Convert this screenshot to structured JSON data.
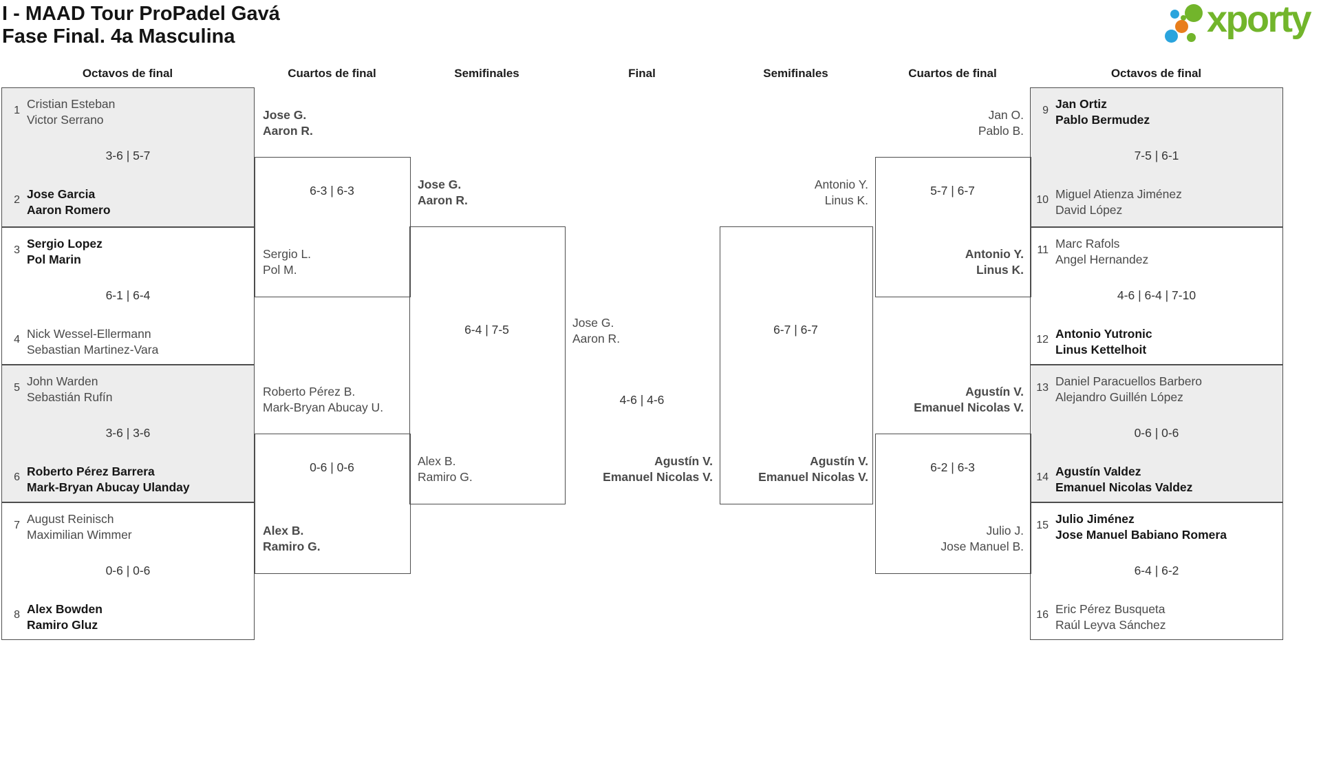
{
  "title": {
    "line1": "I - MAAD Tour ProPadel Gavá",
    "line2": "Fase Final. 4a Masculina"
  },
  "logo": {
    "text": "xporty",
    "green": "#72b52b",
    "blue": "#2aa4dd",
    "orange": "#e87e1c"
  },
  "headers": {
    "r16_left": "Octavos de final",
    "qf_left": "Cuartos de final",
    "sf_left": "Semifinales",
    "final": "Final",
    "sf_right": "Semifinales",
    "qf_right": "Cuartos de final",
    "r16_right": "Octavos de final"
  },
  "round16_left": [
    {
      "seed_top": "1",
      "team_top": [
        "Cristian Esteban",
        "Victor Serrano"
      ],
      "top_winner": false,
      "score": "3-6 | 5-7",
      "seed_bottom": "2",
      "team_bottom": [
        "Jose Garcia",
        "Aaron Romero"
      ],
      "bottom_winner": true
    },
    {
      "seed_top": "3",
      "team_top": [
        "Sergio Lopez",
        "Pol Marin"
      ],
      "top_winner": true,
      "score": "6-1 | 6-4",
      "seed_bottom": "4",
      "team_bottom": [
        "Nick Wessel-Ellermann",
        "Sebastian Martinez-Vara"
      ],
      "bottom_winner": false
    },
    {
      "seed_top": "5",
      "team_top": [
        "John Warden",
        "Sebastián Rufín"
      ],
      "top_winner": false,
      "score": "3-6 | 3-6",
      "seed_bottom": "6",
      "team_bottom": [
        "Roberto Pérez Barrera",
        "Mark-Bryan Abucay Ulanday"
      ],
      "bottom_winner": true
    },
    {
      "seed_top": "7",
      "team_top": [
        "August Reinisch",
        "Maximilian Wimmer"
      ],
      "top_winner": false,
      "score": "0-6 | 0-6",
      "seed_bottom": "8",
      "team_bottom": [
        "Alex Bowden",
        "Ramiro Gluz"
      ],
      "bottom_winner": true
    }
  ],
  "round16_right": [
    {
      "seed_top": "9",
      "team_top": [
        "Jan Ortiz",
        "Pablo Bermudez"
      ],
      "top_winner": true,
      "score": "7-5 | 6-1",
      "seed_bottom": "10",
      "team_bottom": [
        "Miguel Atienza Jiménez",
        "David López"
      ],
      "bottom_winner": false
    },
    {
      "seed_top": "11",
      "team_top": [
        "Marc Rafols",
        "Angel Hernandez"
      ],
      "top_winner": false,
      "score": "4-6 | 6-4 | 7-10",
      "seed_bottom": "12",
      "team_bottom": [
        "Antonio Yutronic",
        "Linus Kettelhoit"
      ],
      "bottom_winner": true
    },
    {
      "seed_top": "13",
      "team_top": [
        "Daniel Paracuellos Barbero",
        "Alejandro Guillén López"
      ],
      "top_winner": false,
      "score": "0-6 | 0-6",
      "seed_bottom": "14",
      "team_bottom": [
        "Agustín Valdez",
        "Emanuel Nicolas Valdez"
      ],
      "bottom_winner": true
    },
    {
      "seed_top": "15",
      "team_top": [
        "Julio Jiménez",
        "Jose Manuel Babiano Romera"
      ],
      "top_winner": true,
      "score": "6-4 | 6-2",
      "seed_bottom": "16",
      "team_bottom": [
        "Eric Pérez Busqueta",
        "Raúl Leyva Sánchez"
      ],
      "bottom_winner": false
    }
  ],
  "qf_left": [
    {
      "team_top": [
        "Jose G.",
        "Aaron R."
      ],
      "top_winner": true,
      "score": "6-3 | 6-3",
      "team_bottom": [
        "Sergio L.",
        "Pol M."
      ],
      "bottom_winner": false
    },
    {
      "team_top": [
        "Roberto Pérez B.",
        "Mark-Bryan Abucay U."
      ],
      "top_winner": false,
      "score": "0-6 | 0-6",
      "team_bottom": [
        "Alex B.",
        "Ramiro G."
      ],
      "bottom_winner": true
    }
  ],
  "qf_right": [
    {
      "team_top": [
        "Jan O.",
        "Pablo B."
      ],
      "top_winner": false,
      "score": "5-7 | 6-7",
      "team_bottom": [
        "Antonio Y.",
        "Linus K."
      ],
      "bottom_winner": true
    },
    {
      "team_top": [
        "Agustín V.",
        "Emanuel Nicolas V."
      ],
      "top_winner": true,
      "score": "6-2 | 6-3",
      "team_bottom": [
        "Julio J.",
        "Jose Manuel B."
      ],
      "bottom_winner": false
    }
  ],
  "sf_left": {
    "team_top": [
      "Jose G.",
      "Aaron R."
    ],
    "top_winner": true,
    "score": "6-4 | 7-5",
    "team_bottom": [
      "Alex B.",
      "Ramiro G."
    ],
    "bottom_winner": false
  },
  "sf_right": {
    "team_top": [
      "Antonio Y.",
      "Linus K."
    ],
    "top_winner": false,
    "score": "6-7 | 6-7",
    "team_bottom": [
      "Agustín V.",
      "Emanuel Nicolas V."
    ],
    "bottom_winner": true
  },
  "final": {
    "team_top": [
      "Jose G.",
      "Aaron R."
    ],
    "top_winner": false,
    "score": "4-6 | 4-6",
    "team_bottom": [
      "Agustín V.",
      "Emanuel Nicolas V."
    ],
    "bottom_winner": true
  }
}
